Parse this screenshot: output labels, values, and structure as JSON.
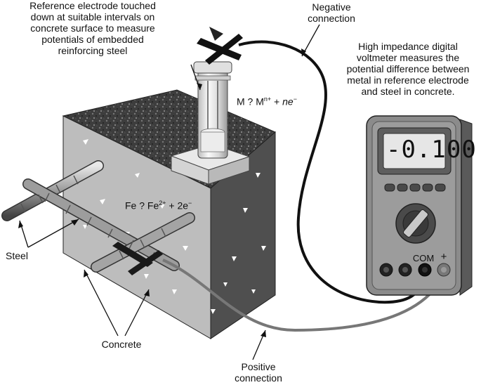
{
  "labels": {
    "reference_electrode": [
      "Reference electrode touched",
      "down at suitable intervals on",
      "concrete surface to measure",
      "potentials of embedded",
      "reinforcing steel"
    ],
    "negative_connection": [
      "Negative",
      "connection"
    ],
    "voltmeter_description": [
      "High impedance digital",
      "voltmeter measures the",
      "potential difference between",
      "metal in reference electrode",
      "and steel in concrete."
    ],
    "steel": "Steel",
    "concrete": "Concrete",
    "positive_connection": [
      "Positive",
      "connection"
    ]
  },
  "equations": {
    "electrode": {
      "prefix": "M ? M",
      "sup1": "n+",
      "mid": " + ",
      "italic": "ne",
      "sup2": "−"
    },
    "steel": {
      "prefix": "Fe ? Fe",
      "sup1": "2+",
      "mid": " + 2e",
      "sup2": "−"
    }
  },
  "meter": {
    "reading": "-0.100",
    "com_label": "COM",
    "plus_label": "+"
  }
}
